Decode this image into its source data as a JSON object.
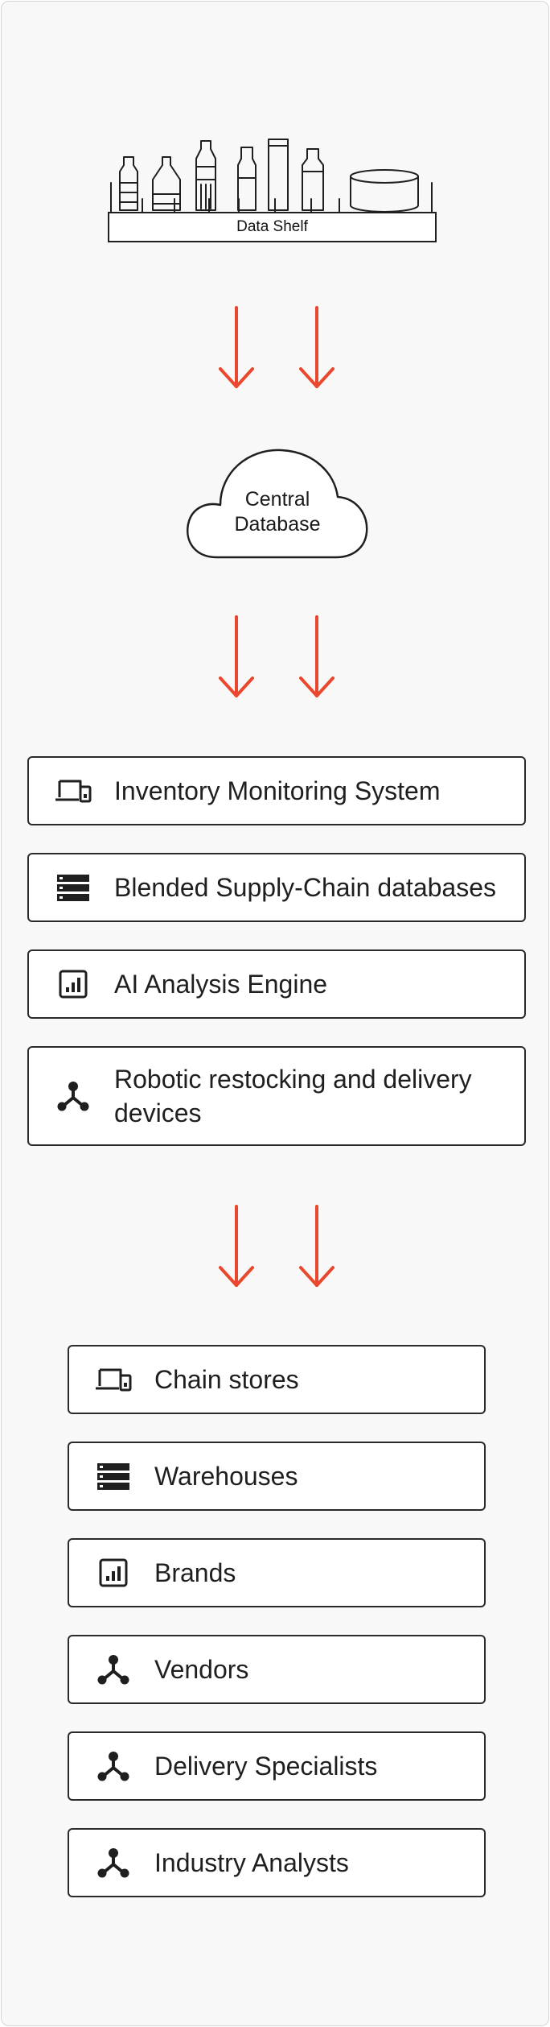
{
  "shelf": {
    "label": "Data Shelf"
  },
  "cloud": {
    "line1": "Central",
    "line2": "Database"
  },
  "sources": [
    {
      "label": "Inventory Monitoring System",
      "icon": "devices-icon"
    },
    {
      "label": "Blended Supply-Chain databases",
      "icon": "server-stack-icon"
    },
    {
      "label": "AI Analysis Engine",
      "icon": "bar-chart-icon"
    },
    {
      "label": "Robotic restocking and delivery devices",
      "icon": "network-node-icon"
    }
  ],
  "destinations": [
    {
      "label": "Chain stores",
      "icon": "devices-icon"
    },
    {
      "label": "Warehouses",
      "icon": "server-stack-icon"
    },
    {
      "label": "Brands",
      "icon": "bar-chart-icon"
    },
    {
      "label": "Vendors",
      "icon": "network-node-icon"
    },
    {
      "label": "Delivery Specialists",
      "icon": "network-node-icon"
    },
    {
      "label": "Industry Analysts",
      "icon": "network-node-icon"
    }
  ],
  "colors": {
    "arrow": "#e9482e",
    "stroke": "#1f1f1f",
    "box_border": "#2a2a2a"
  }
}
